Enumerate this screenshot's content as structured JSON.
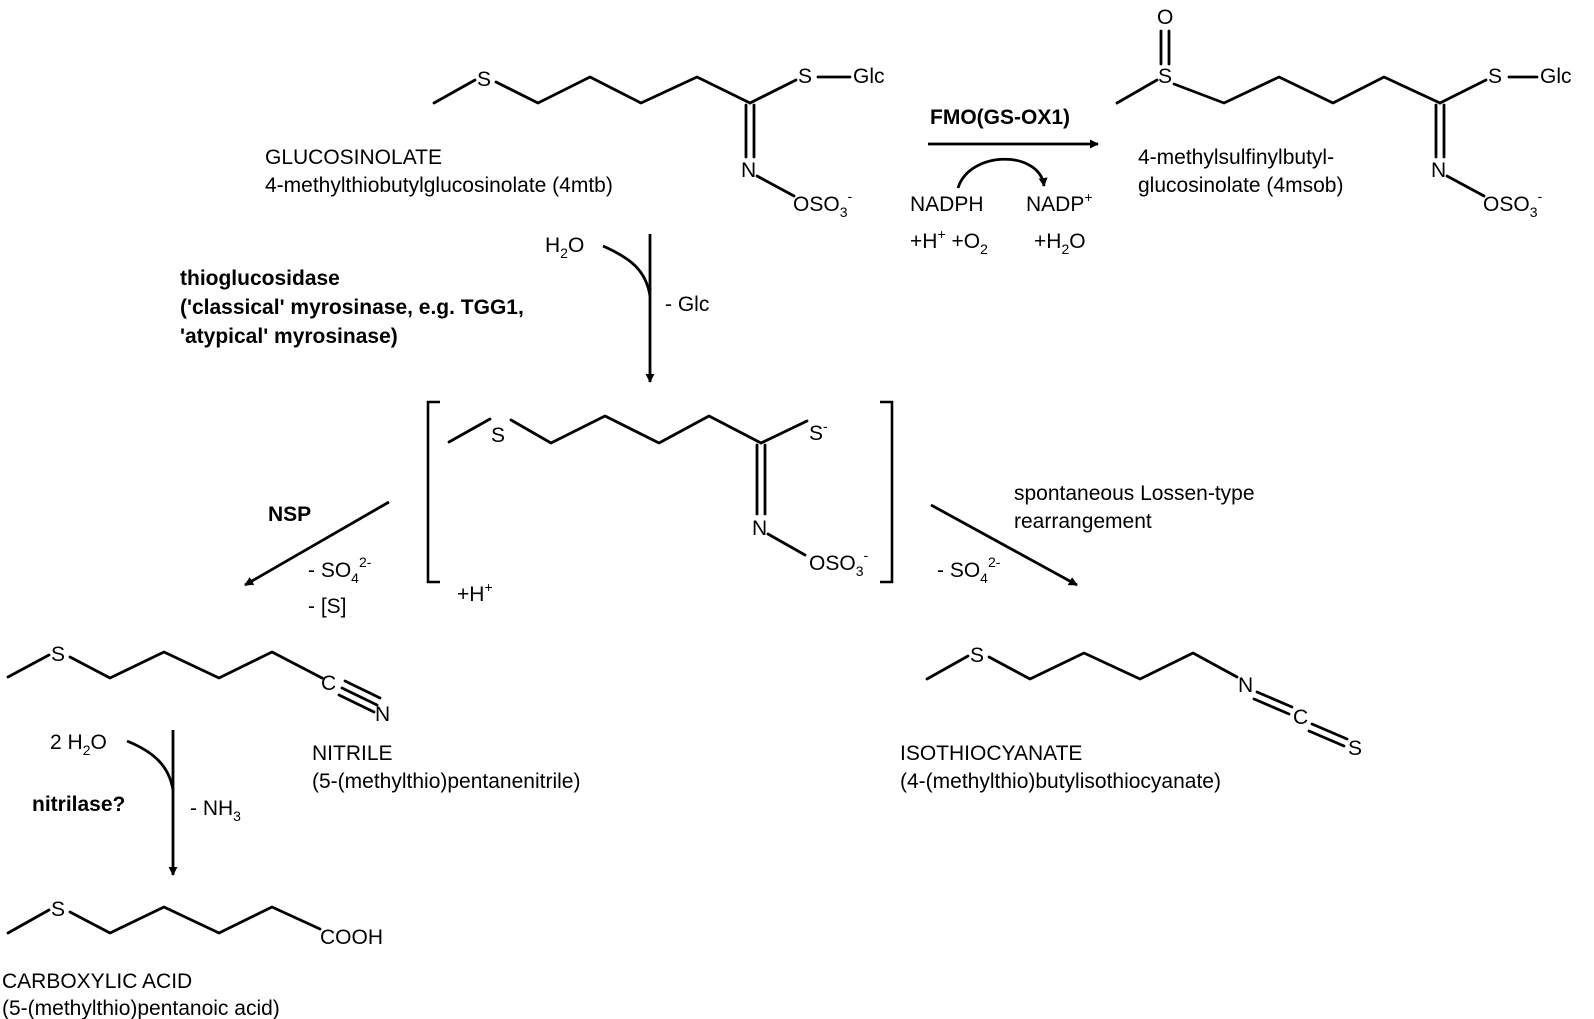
{
  "atoms": {
    "S": "S",
    "N": "N",
    "C": "C",
    "O": "O",
    "Glc": "Glc",
    "OSO": "OSO",
    "three": "3",
    "minus": "-",
    "COOH": "COOH"
  },
  "glucosinolate": {
    "class_name": "GLUCOSINOLATE",
    "name": "4-methylthiobutylglucosinolate (4mtb)"
  },
  "msob": {
    "name_line1": "4-methylsulfinylbutyl-",
    "name_line2": "glucosinolate (4msob)"
  },
  "fmo_step": {
    "enzyme": "FMO(GS-OX1)",
    "cof_in_line1": "NADPH",
    "cof_in_line2_a": "+H",
    "cof_in_line2_plus": "+",
    "cof_in_line2_b": " +O",
    "cof_in_line2_sub": "2",
    "cof_out_line1": "NADP",
    "cof_out_line1_sup": "+",
    "cof_out_line2_a": "+H",
    "cof_out_line2_sub": "2",
    "cof_out_line2_b": "O"
  },
  "hydrolysis_step": {
    "water_a": "H",
    "water_sub": "2",
    "water_b": "O",
    "byproduct": "- Glc",
    "enzyme_line1": "thioglucosidase",
    "enzyme_line2": "('classical' myrosinase, e.g. TGG1,",
    "enzyme_line3": "'atypical' myrosinase)"
  },
  "aglucone": {
    "proton_a": "+H",
    "proton_sup": "+"
  },
  "nsp_step": {
    "enzyme": "NSP",
    "loss1_a": "- SO",
    "loss1_sub": "4",
    "loss1_sup": "2-",
    "loss2": "- [S]"
  },
  "lossen_step": {
    "label_line1": "spontaneous Lossen-type",
    "label_line2": "rearrangement",
    "loss_a": "- SO",
    "loss_sub": "4",
    "loss_sup": "2-"
  },
  "nitrile": {
    "class_name": "NITRILE",
    "name": "(5-(methylthio)pentanenitrile)"
  },
  "isothiocyanate": {
    "class_name": "ISOTHIOCYANATE",
    "name": "(4-(methylthio)butylisothiocyanate)"
  },
  "nitrilase_step": {
    "water_a": "2 H",
    "water_sub": "2",
    "water_b": "O",
    "enzyme": "nitrilase?",
    "loss_a": "- NH",
    "loss_sub": "3"
  },
  "carboxylic_acid": {
    "class_name": "CARBOXYLIC ACID",
    "name": "(5-(methylthio)pentanoic acid)"
  }
}
